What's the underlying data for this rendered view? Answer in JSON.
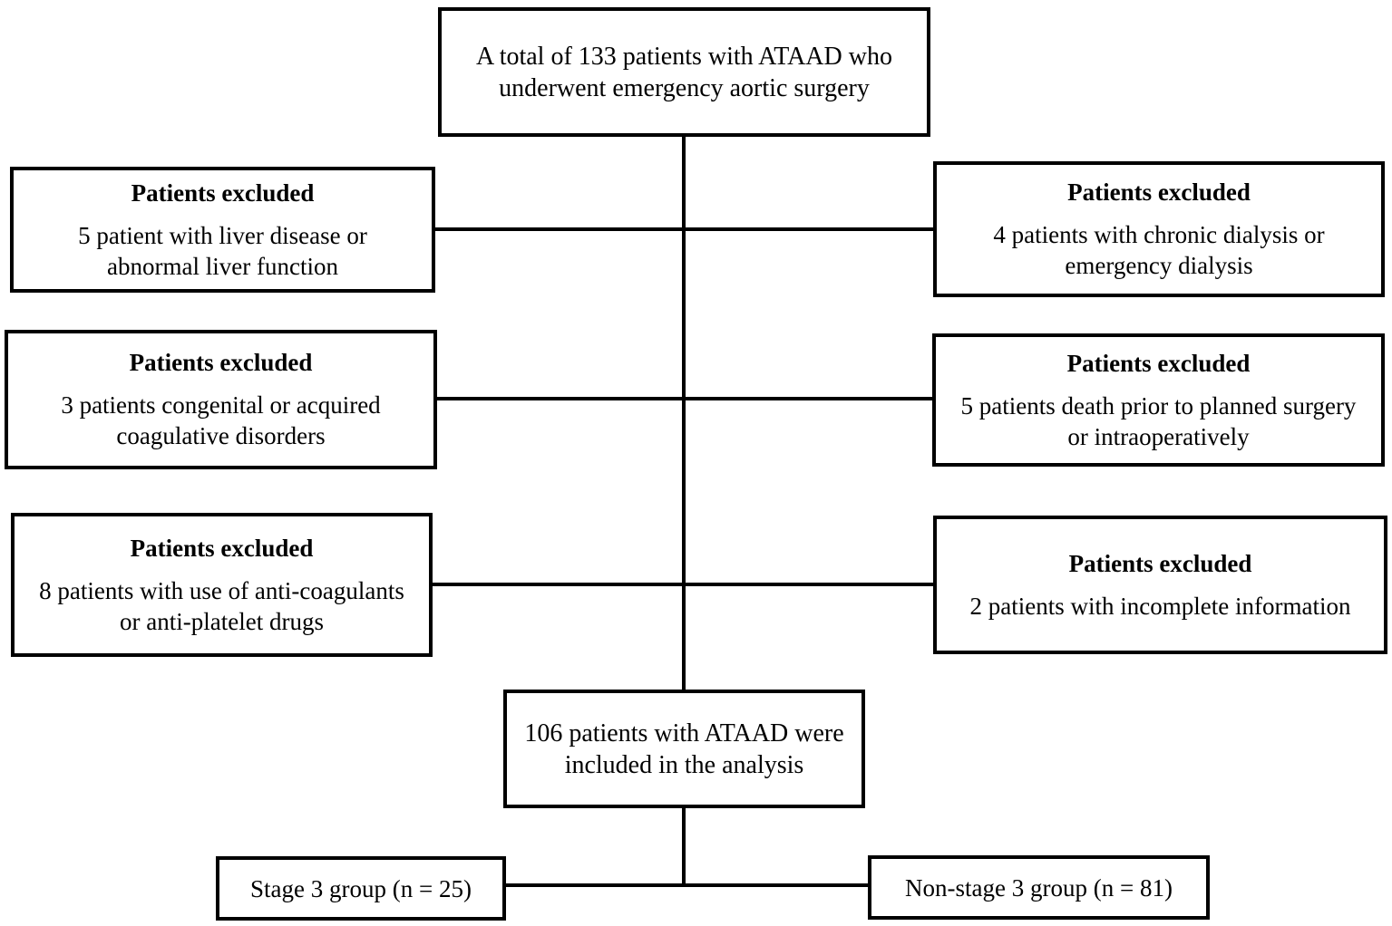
{
  "flowchart": {
    "start": {
      "text": "A total of 133 patients with ATAAD who\nunderwent emergency aortic surgery"
    },
    "exclusions": [
      {
        "title": "Patients excluded",
        "text": "5 patient with liver disease or\nabnormal liver function"
      },
      {
        "title": "Patients excluded",
        "text": "4 patients with chronic dialysis or\nemergency dialysis"
      },
      {
        "title": "Patients excluded",
        "text": "3 patients congenital or acquired\ncoagulative disorders"
      },
      {
        "title": "Patients excluded",
        "text": "5 patients death prior to planned surgery\nor intraoperatively"
      },
      {
        "title": "Patients excluded",
        "text": "8 patients with use of anti-coagulants\nor anti-platelet drugs"
      },
      {
        "title": "Patients excluded",
        "text": "2 patients with incomplete information"
      }
    ],
    "included": {
      "text": "106 patients with ATAAD were\nincluded in the analysis"
    },
    "groups": [
      {
        "text": "Stage 3 group (n = 25)"
      },
      {
        "text": "Non-stage 3 group (n = 81)"
      }
    ]
  }
}
